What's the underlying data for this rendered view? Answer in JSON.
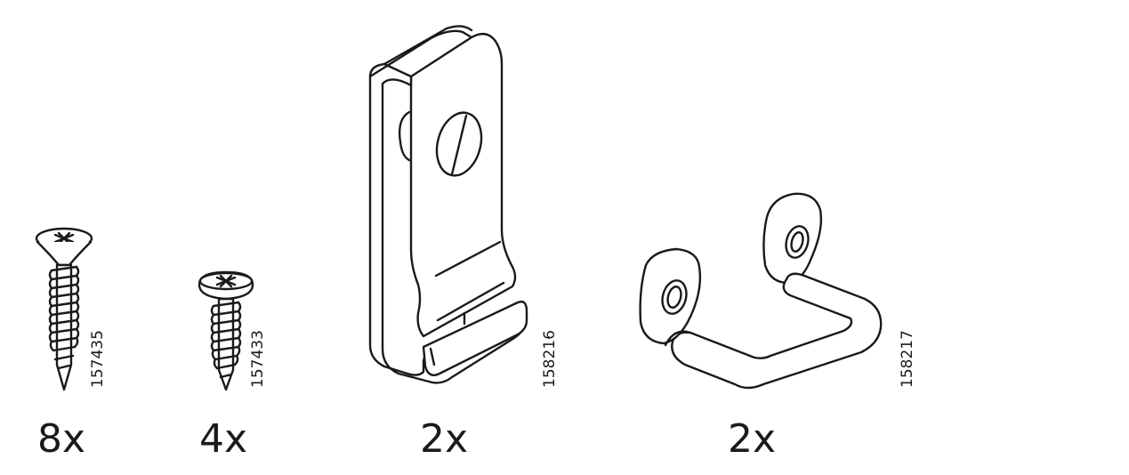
{
  "parts": [
    {
      "quantity": "8x",
      "article_number": "157435",
      "icon": "countersunk-wood-screw-icon"
    },
    {
      "quantity": "4x",
      "article_number": "157433",
      "icon": "pan-head-wood-screw-icon"
    },
    {
      "quantity": "2x",
      "article_number": "158216",
      "icon": "bracket-clip-icon"
    },
    {
      "quantity": "2x",
      "article_number": "158217",
      "icon": "u-handle-bracket-icon"
    }
  ]
}
